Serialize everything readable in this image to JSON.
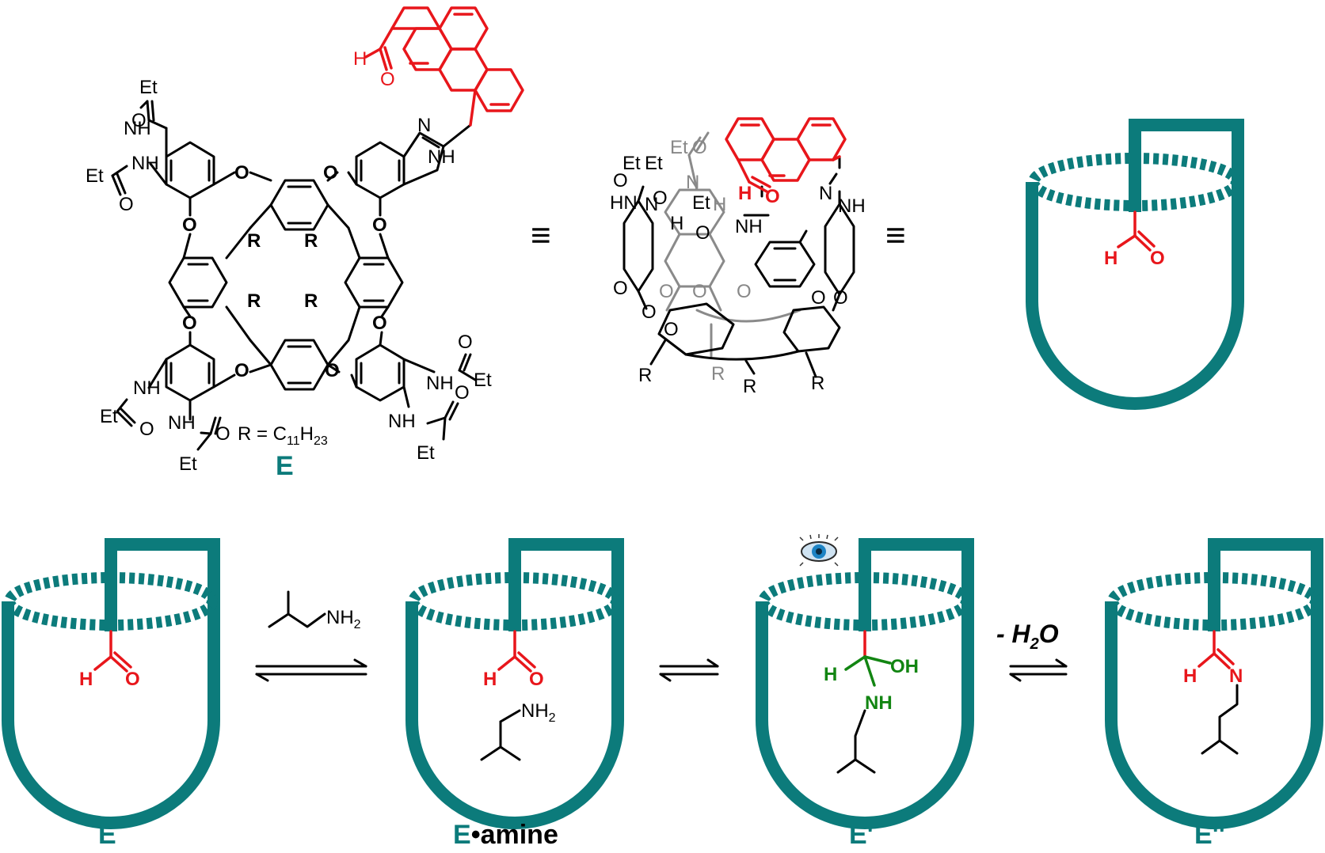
{
  "colors": {
    "teal": "#0c7b7b",
    "red": "#e8161b",
    "green": "#128512",
    "grey": "#8a8a8a"
  },
  "structure": {
    "r_definition_left": "R = C",
    "r_definition_sub1": "11",
    "r_definition_mid": "H",
    "r_definition_sub2": "23",
    "compound_label": "E",
    "equiv_symbol_1": "≡",
    "equiv_symbol_2": "≡"
  },
  "atoms": {
    "et": "Et",
    "nh": "NH",
    "hn": "HN",
    "o": "O",
    "n": "N",
    "h": "H",
    "r": "R",
    "oh": "OH"
  },
  "reagent": {
    "amine_nh": "NH",
    "amine_sub": "2",
    "minus_water_prefix": "- H",
    "minus_water_sub": "2",
    "minus_water_suffix": "O"
  },
  "scheme_labels": {
    "e": "E",
    "e_amine_prefix": "E",
    "e_amine_suffix": "•amine",
    "e_prime": "E'",
    "e_double_prime": "E''"
  },
  "icons": {
    "observer": "eye-icon"
  }
}
